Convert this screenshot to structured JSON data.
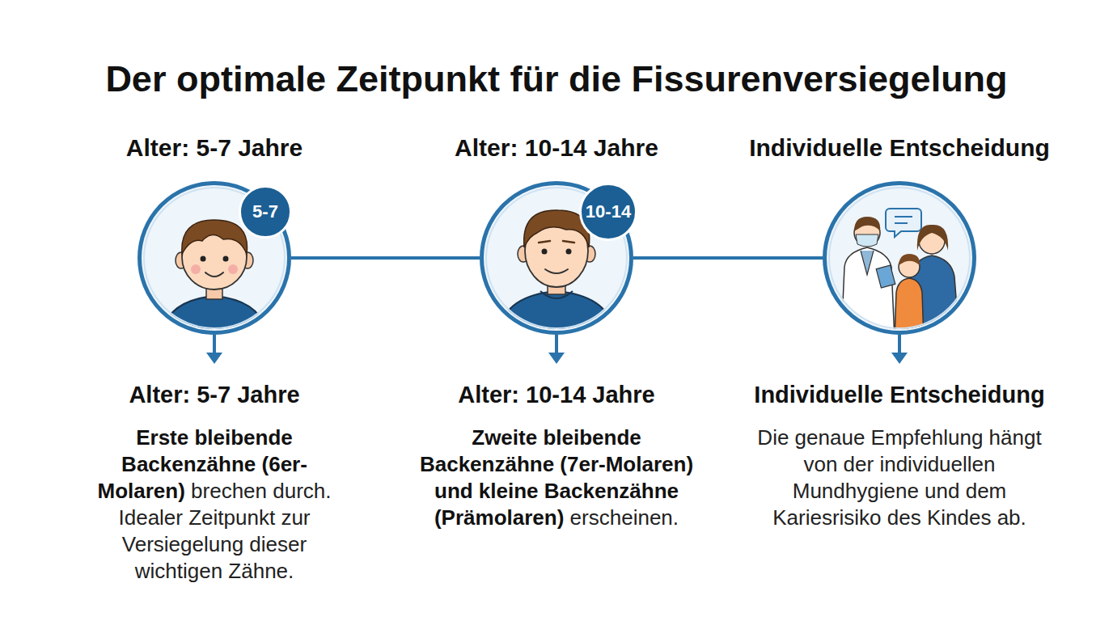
{
  "diagram": {
    "title": "Der optimale Zeitpunkt für die Fissurenversiegelung",
    "nodes": [
      {
        "text": [
          "Alter: 5-7 Jahre"
        ]
      },
      {
        "text": [
          "5-7"
        ],
        "in": 0
      },
      {
        "text": [
          "Alter: 10-14 Jahre"
        ]
      },
      {
        "text": [
          "10-14"
        ],
        "in": 2
      },
      {
        "text": [
          "Individuelle Entscheidung"
        ]
      }
    ],
    "edges": [
      {
        "from": 0,
        "to": 2,
        "arrow": "none"
      },
      {
        "from": 2,
        "to": 4,
        "arrow": "none"
      }
    ],
    "labels": [
      "Alter: 5-7 Jahre",
      "Erste bleibende Backenzähne (6er-Molaren)",
      "brechen durch. Idealer Zeitpunkt zur Versiegelung dieser wichtigen Zähne.",
      "Alter: 10-14 Jahre",
      "Zweite bleibende Backenzähne (7er-Molaren) und kleine Backenzähne (Prämolaren)",
      "erscheinen.",
      "Individuelle Entscheidung",
      "Die genaue Empfehlung hängt von der individuellen Mundhygiene und dem Kariesrisiko des Kindes ab."
    ]
  }
}
